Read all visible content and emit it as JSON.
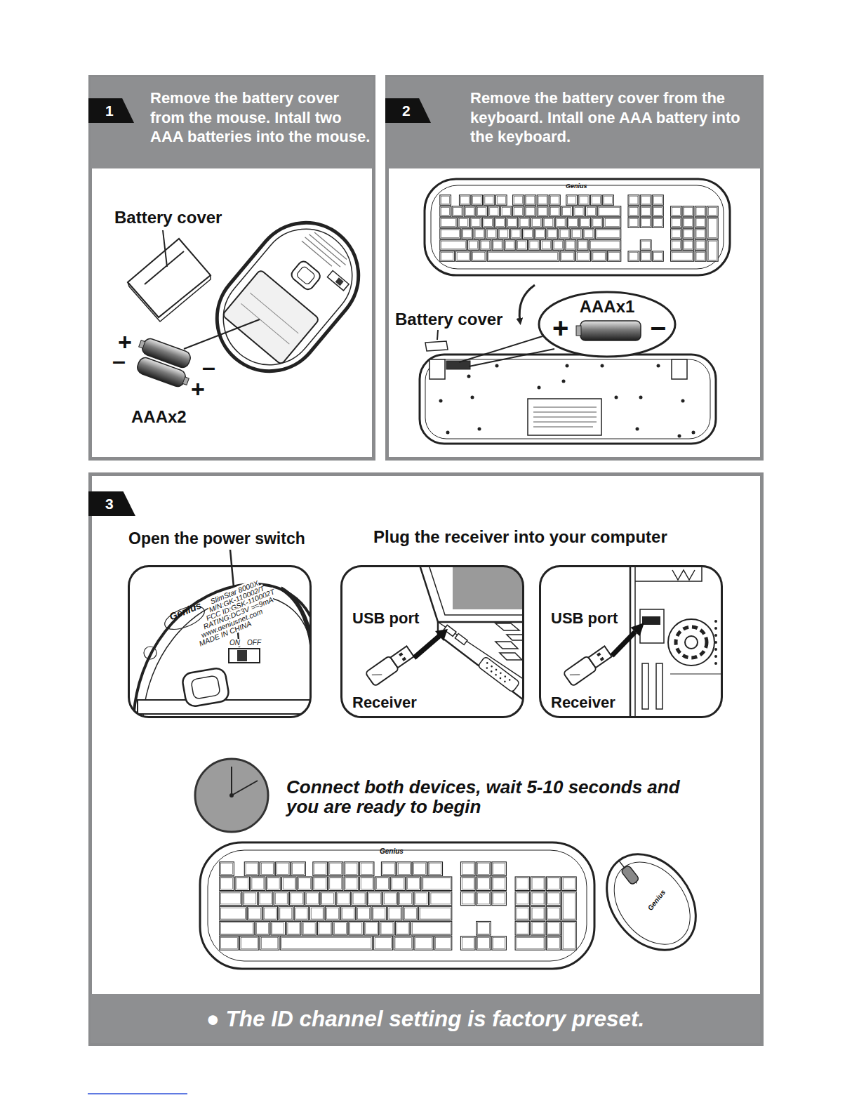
{
  "diagram": {
    "nodes": [
      {
        "text": [
          "1",
          "Remove the battery cover from the mouse. Intall two AAA batteries into the mouse."
        ]
      },
      {
        "text": [
          "2",
          "Remove the battery cover from the keyboard. Intall one AAA battery into the keyboard."
        ]
      },
      {
        "text": [
          "AAAx1",
          "+",
          "–"
        ]
      },
      {
        "text": [
          "3"
        ]
      },
      {
        "text": [
          "Open the power switch"
        ]
      },
      {
        "text": [
          "USB port",
          "Receiver"
        ]
      },
      {
        "text": [
          "USB port",
          "Receiver"
        ]
      },
      {
        "text": [
          "● The ID channel setting is factory preset."
        ]
      }
    ],
    "labels": [
      "Battery cover",
      "+",
      "–",
      "–",
      "+",
      "AAAx2",
      "Battery cover",
      "Genius",
      "Plug the receiver into your computer",
      "Genius",
      "SlimStar 8000X",
      "M/N:GK-110002/T",
      "FCC ID:GSK-110002T",
      "RATING:DC3V ==9mA",
      "www.geniusnet.com",
      "MADE IN CHINA",
      "ON",
      "OFF",
      "Connect both devices, wait 5-10 seconds and you are ready to begin",
      "Genius",
      "Genius"
    ]
  }
}
